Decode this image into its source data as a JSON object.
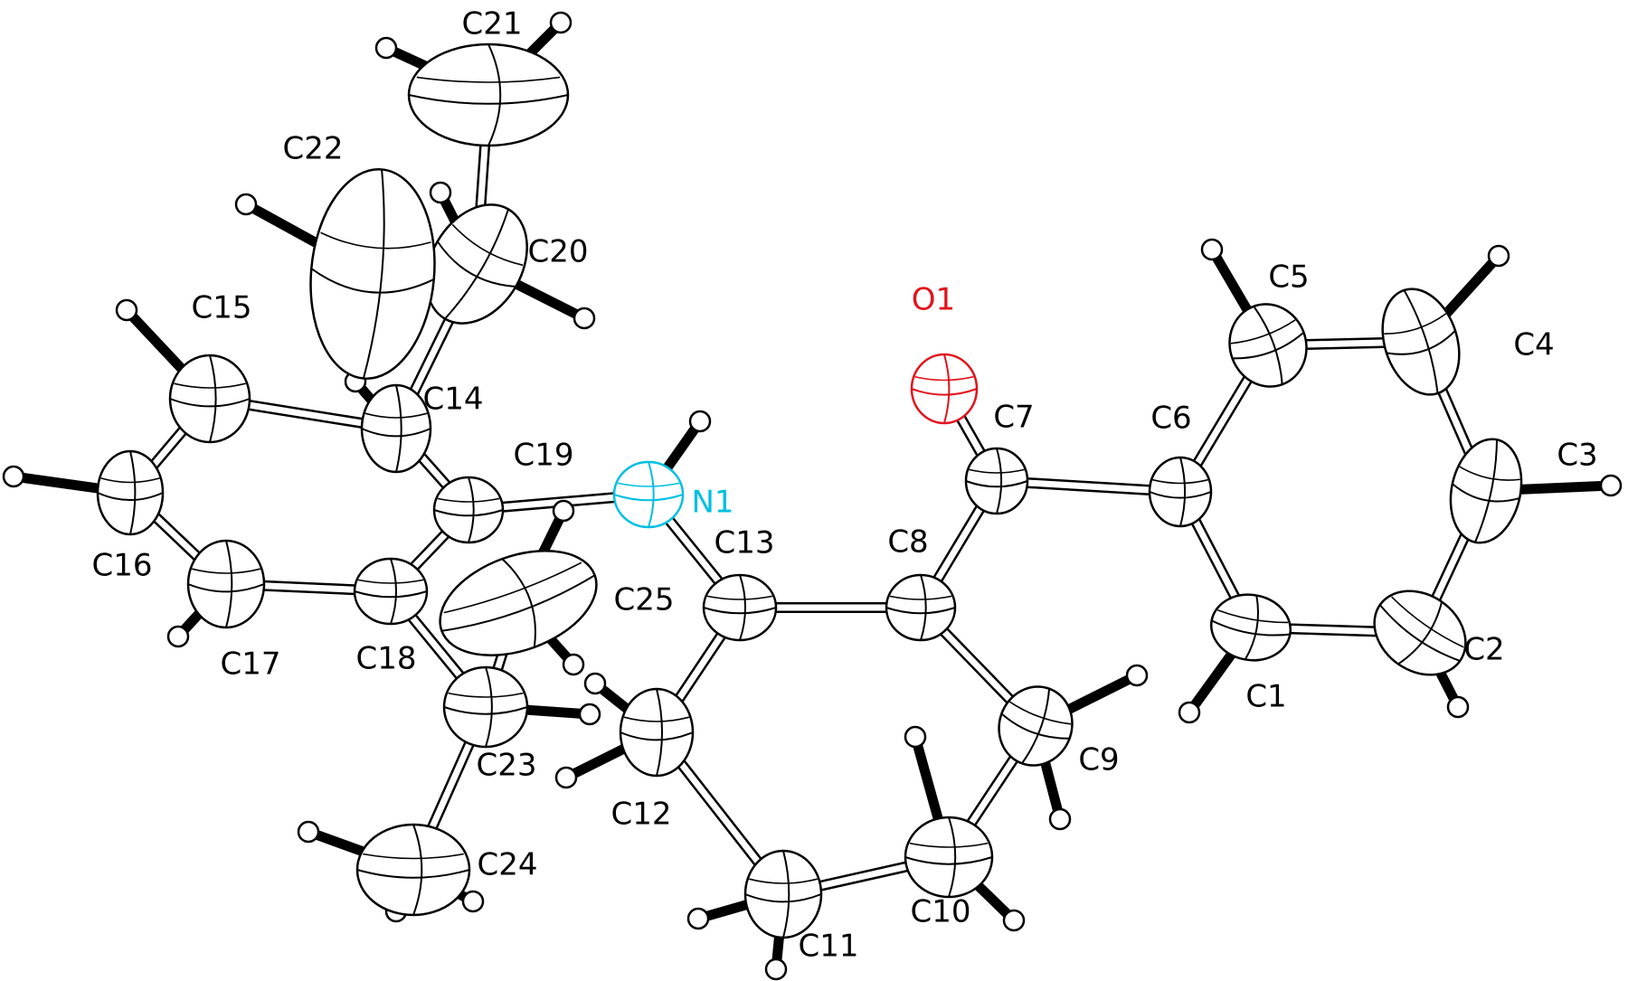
{
  "atoms": [
    {
      "id": "O1",
      "label": "O1",
      "element": "O"
    },
    {
      "id": "N1",
      "label": "N1",
      "element": "N"
    },
    {
      "id": "C1",
      "label": "C1",
      "element": "C"
    },
    {
      "id": "C2",
      "label": "C2",
      "element": "C"
    },
    {
      "id": "C3",
      "label": "C3",
      "element": "C"
    },
    {
      "id": "C4",
      "label": "C4",
      "element": "C"
    },
    {
      "id": "C5",
      "label": "C5",
      "element": "C"
    },
    {
      "id": "C6",
      "label": "C6",
      "element": "C"
    },
    {
      "id": "C7",
      "label": "C7",
      "element": "C"
    },
    {
      "id": "C8",
      "label": "C8",
      "element": "C"
    },
    {
      "id": "C9",
      "label": "C9",
      "element": "C"
    },
    {
      "id": "C10",
      "label": "C10",
      "element": "C"
    },
    {
      "id": "C11",
      "label": "C11",
      "element": "C"
    },
    {
      "id": "C12",
      "label": "C12",
      "element": "C"
    },
    {
      "id": "C13",
      "label": "C13",
      "element": "C"
    },
    {
      "id": "C14",
      "label": "C14",
      "element": "C"
    },
    {
      "id": "C15",
      "label": "C15",
      "element": "C"
    },
    {
      "id": "C16",
      "label": "C16",
      "element": "C"
    },
    {
      "id": "C17",
      "label": "C17",
      "element": "C"
    },
    {
      "id": "C18",
      "label": "C18",
      "element": "C"
    },
    {
      "id": "C19",
      "label": "C19",
      "element": "C"
    },
    {
      "id": "C20",
      "label": "C20",
      "element": "C"
    },
    {
      "id": "C21",
      "label": "C21",
      "element": "C"
    },
    {
      "id": "C22",
      "label": "C22",
      "element": "C"
    },
    {
      "id": "C23",
      "label": "C23",
      "element": "C"
    },
    {
      "id": "C24",
      "label": "C24",
      "element": "C"
    },
    {
      "id": "C25",
      "label": "C25",
      "element": "C"
    }
  ],
  "bonds": [
    [
      "C1",
      "C2"
    ],
    [
      "C2",
      "C3"
    ],
    [
      "C3",
      "C4"
    ],
    [
      "C4",
      "C5"
    ],
    [
      "C5",
      "C6"
    ],
    [
      "C6",
      "C1"
    ],
    [
      "C6",
      "C7"
    ],
    [
      "C7",
      "O1"
    ],
    [
      "C7",
      "C8"
    ],
    [
      "C8",
      "C9"
    ],
    [
      "C9",
      "C10"
    ],
    [
      "C10",
      "C11"
    ],
    [
      "C11",
      "C12"
    ],
    [
      "C12",
      "C13"
    ],
    [
      "C13",
      "C8"
    ],
    [
      "C13",
      "N1"
    ],
    [
      "N1",
      "C19"
    ],
    [
      "C19",
      "C14"
    ],
    [
      "C14",
      "C15"
    ],
    [
      "C15",
      "C16"
    ],
    [
      "C16",
      "C17"
    ],
    [
      "C17",
      "C18"
    ],
    [
      "C18",
      "C19"
    ],
    [
      "C14",
      "C20"
    ],
    [
      "C20",
      "C21"
    ],
    [
      "C20",
      "C22"
    ],
    [
      "C18",
      "C23"
    ],
    [
      "C23",
      "C24"
    ],
    [
      "C23",
      "C25"
    ]
  ],
  "colors": {
    "carbon": "#000000",
    "nitrogen": "#00bfe0",
    "oxygen": "#e0141e",
    "bond_fill": "#ffffff",
    "hydrogen_fill": "#ffffff"
  }
}
